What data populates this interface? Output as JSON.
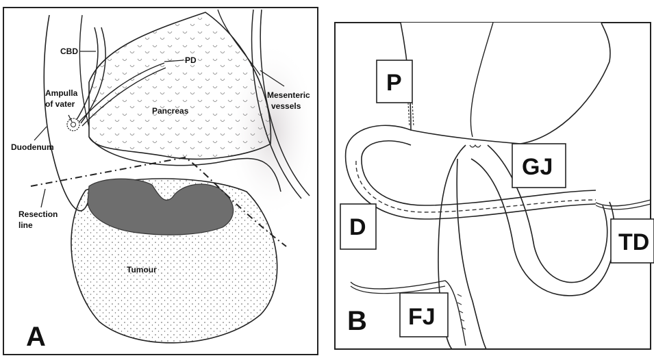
{
  "panel_a": {
    "panel_label": "A",
    "labels": {
      "cbd": "CBD",
      "pd": "PD",
      "ampulla_1": "Ampulla",
      "ampulla_2": "of vater",
      "pancreas": "Pancreas",
      "mesenteric_1": "Mesenteric",
      "mesenteric_2": "vessels",
      "duodenum": "Duodenum",
      "resection_1": "Resection",
      "resection_2": "line",
      "tumour": "Tumour"
    }
  },
  "panel_b": {
    "panel_label": "B",
    "boxes": {
      "p": "P",
      "gj": "GJ",
      "d": "D",
      "td": "TD",
      "fj": "FJ"
    }
  },
  "colors": {
    "ink": "#1a1a1a",
    "tumour_mass": "#6e6e6e",
    "background": "#ffffff"
  }
}
